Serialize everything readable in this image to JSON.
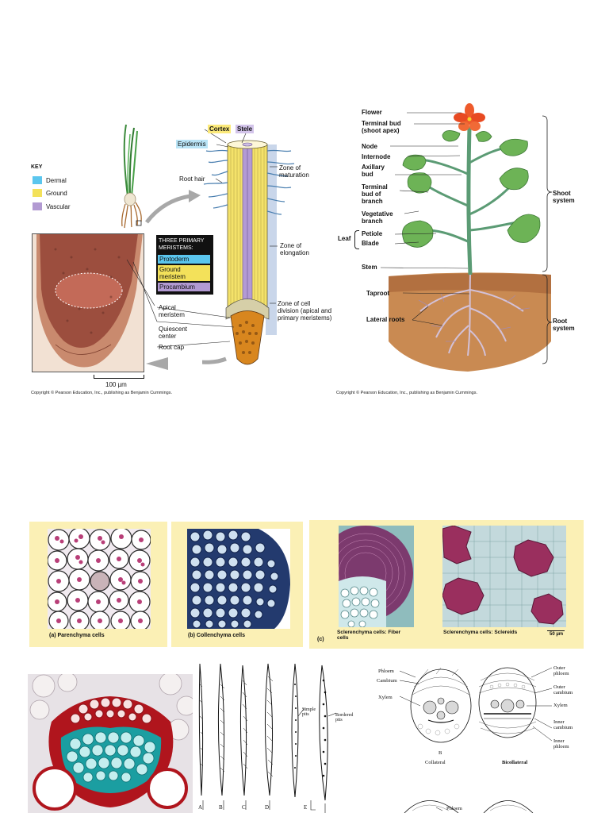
{
  "root_figure": {
    "key_title": "KEY",
    "key_items": [
      {
        "label": "Dermal",
        "color": "#5bc6ee"
      },
      {
        "label": "Ground",
        "color": "#f3e15a"
      },
      {
        "label": "Vascular",
        "color": "#b29ad2"
      }
    ],
    "labels": {
      "cortex": "Cortex",
      "stele": "Stele",
      "epidermis": "Epidermis",
      "root_hair": "Root hair",
      "zone_maturation": "Zone of maturation",
      "zone_elongation": "Zone of elongation",
      "zone_division": "Zone of cell division (apical and primary meristems)",
      "apical_meristem": "Apical meristem",
      "quiescent_center": "Quiescent center",
      "root_cap": "Root cap",
      "scale": "100 µm"
    },
    "meristem_box_title": "THREE PRIMARY MERISTEMS:",
    "meristems": [
      {
        "label": "Protoderm",
        "color": "#5bc6ee"
      },
      {
        "label": "Ground meristem",
        "color": "#f3e15a"
      },
      {
        "label": "Procambium",
        "color": "#b29ad2"
      }
    ],
    "copyright": "Copyright © Pearson Education, Inc., publishing as Benjamin Cummings."
  },
  "plant_figure": {
    "labels": {
      "flower": "Flower",
      "terminal_bud": "Terminal bud (shoot apex)",
      "node": "Node",
      "internode": "Internode",
      "axillary_bud": "Axillary bud",
      "terminal_bud_branch": "Terminal bud of branch",
      "vegetative_branch": "Vegetative branch",
      "leaf": "Leaf",
      "petiole": "Petiole",
      "blade": "Blade",
      "stem": "Stem",
      "taproot": "Taproot",
      "lateral_roots": "Lateral roots",
      "shoot_system": "Shoot system",
      "root_system": "Root system"
    },
    "copyright": "Copyright © Pearson Education, Inc., publishing as Benjamin Cummings."
  },
  "tissue_panels": {
    "parenchyma": "(a) Parenchyma cells",
    "collenchyma": "(b) Collenchyma cells",
    "panel_c": "(c)",
    "fiber": "Sclerenchyma cells: Fiber cells",
    "sclereids": "Sclerenchyma cells: Sclereids",
    "scale": "50 µm"
  },
  "xylem_drawing": {
    "letters": [
      "A",
      "B",
      "C",
      "D",
      "E"
    ],
    "simple_pits": "Simple pits",
    "bordered_pits": "Bordered pits"
  },
  "bundle_drawing": {
    "phloem": "Phloem",
    "cambium": "Cambium",
    "xylem": "Xylem",
    "outer_phloem": "Outer phloem",
    "outer_cambium": "Outer cambium",
    "xylem_right": "Xylem",
    "inner_cambium": "Inner cambium",
    "inner_phloem": "Inner phloem",
    "letter_b": "B",
    "collateral": "Collateral",
    "bicollateral": "Bicollateral",
    "phloem_bottom": "Phloem"
  }
}
